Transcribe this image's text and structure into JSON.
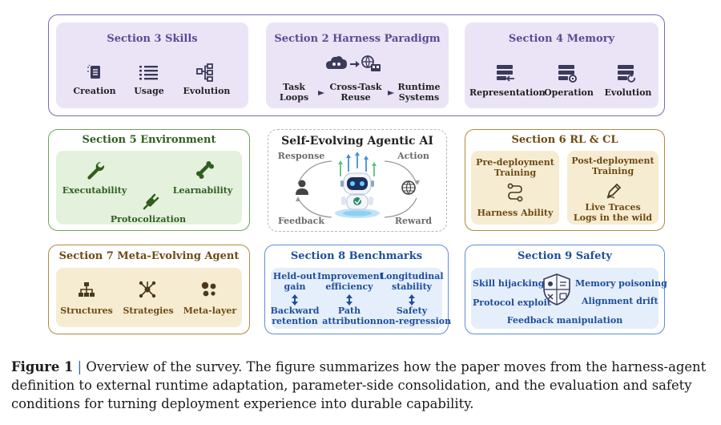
{
  "skills": {
    "title": "Section 3  Skills",
    "items": [
      "Creation",
      "Usage",
      "Evolution"
    ]
  },
  "harness": {
    "title": "Section 2  Harness Paradigm",
    "items": [
      [
        "Task",
        "Loops"
      ],
      [
        "Cross-Task",
        "Reuse"
      ],
      [
        "Runtime",
        "Systems"
      ]
    ]
  },
  "memory": {
    "title": "Section 4  Memory",
    "items": [
      "Representation",
      "Operation",
      "Evolution"
    ]
  },
  "environment": {
    "title": "Section 5 Environment",
    "items": [
      "Executability",
      "Learnability",
      "Protocolization"
    ]
  },
  "center": {
    "title": "Self-Evolving Agentic AI",
    "labels": [
      "Response",
      "Action",
      "Feedback",
      "Reward"
    ]
  },
  "rlcl": {
    "title": "Section 6 RL & CL",
    "pre": [
      "Pre-deployment",
      "Training"
    ],
    "pre_sub": "Harness Ability",
    "post": [
      "Post-deployment",
      "Training"
    ],
    "post_sub": [
      "Live Traces",
      "Logs in the wild"
    ]
  },
  "meta": {
    "title": "Section 7 Meta-Evolving Agent",
    "items": [
      "Structures",
      "Strategies",
      "Meta-layer"
    ]
  },
  "bench": {
    "title": "Section 8 Benchmarks",
    "top": [
      [
        "Held-out",
        "gain"
      ],
      [
        "Improvement",
        "efficiency"
      ],
      [
        "Longitudinal",
        "stability"
      ]
    ],
    "bottom": [
      [
        "Backward",
        "retention"
      ],
      [
        "Path",
        "attribution"
      ],
      [
        "Safety",
        "non-regression"
      ]
    ]
  },
  "safety": {
    "title": "Section 9 Safety",
    "items": [
      "Skill hijacking",
      "Memory poisoning",
      "Protocol exploit",
      "Alignment drift",
      "Feedback manipulation"
    ]
  },
  "caption": {
    "label": "Figure 1",
    "sep": "|",
    "text": " Overview of the survey. The figure summarizes how the paper moves from the harness-agent definition to external runtime adaptation, parameter-side consolidation, and the evaluation and safety conditions for turning deployment experience into durable capability."
  },
  "colors": {
    "purple": "#7a68b8",
    "green": "#6da35a",
    "brown": "#b08a3e",
    "blue": "#5b8fd6"
  }
}
